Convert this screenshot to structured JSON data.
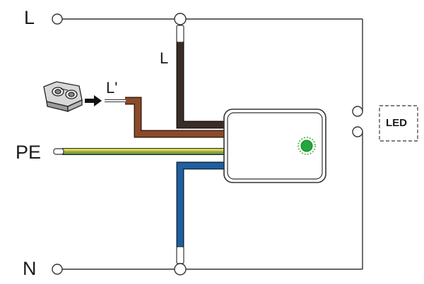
{
  "terminals": {
    "line": "L",
    "protective_earth": "PE",
    "neutral": "N"
  },
  "wires": {
    "line_wire": "L",
    "switched_line": "L'"
  },
  "load": {
    "label": "LED"
  },
  "colors": {
    "line_wire": "#3a2d28",
    "switched_wire": "#8a4b2a",
    "earth_yellow": "#e0d24a",
    "earth_green": "#7da84a",
    "neutral_wire": "#1f5f9e",
    "status_led": "#22a83a",
    "outline": "#333333"
  },
  "icons": [
    "connector-block-icon",
    "arrow-right-icon",
    "status-led-icon"
  ]
}
